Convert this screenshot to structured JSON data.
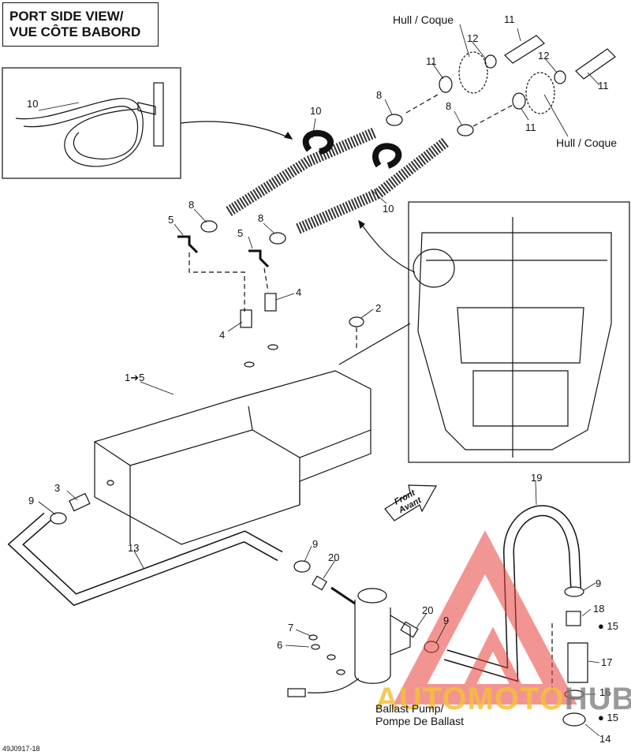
{
  "title": {
    "line1": "PORT SIDE VIEW/",
    "line2": "VUE CÔTE BABORD"
  },
  "hull_labels": {
    "top": "Hull / Coque",
    "right": "Hull / Coque"
  },
  "front_label": {
    "line1": "Front",
    "line2": "Avant"
  },
  "pump_label": {
    "line1": "Ballast Pump/",
    "line2": "Pompe De Ballast"
  },
  "part_callouts": {
    "c11a": "11",
    "c11b": "11",
    "c11c": "11",
    "c11d": "11",
    "c12a": "12",
    "c12b": "12",
    "c10a": "10",
    "c10b": "10",
    "c10c": "10",
    "c8a": "8",
    "c8b": "8",
    "c8c": "8",
    "c8d": "8",
    "c5a": "5",
    "c5b": "5",
    "c4a": "4",
    "c4b": "4",
    "c2": "2",
    "c1": "1➔5",
    "c3": "3",
    "c9a": "9",
    "c9b": "9",
    "c9c": "9",
    "c9d": "9",
    "c13": "13",
    "c20a": "20",
    "c20b": "20",
    "c7": "7",
    "c6": "6",
    "c19": "19",
    "c18": "18",
    "c15a": "15",
    "c15b": "15",
    "c17": "17",
    "c16": "16",
    "c14": "14"
  },
  "reference_code": "49J0917-18",
  "watermark": {
    "part1": "AUTOMOTO",
    "part2": "HUB"
  },
  "colors": {
    "line": "#111111",
    "watermark_red": "#e8403a",
    "watermark_orange": "#f5be3c",
    "watermark_gray": "#7a7a7a"
  }
}
